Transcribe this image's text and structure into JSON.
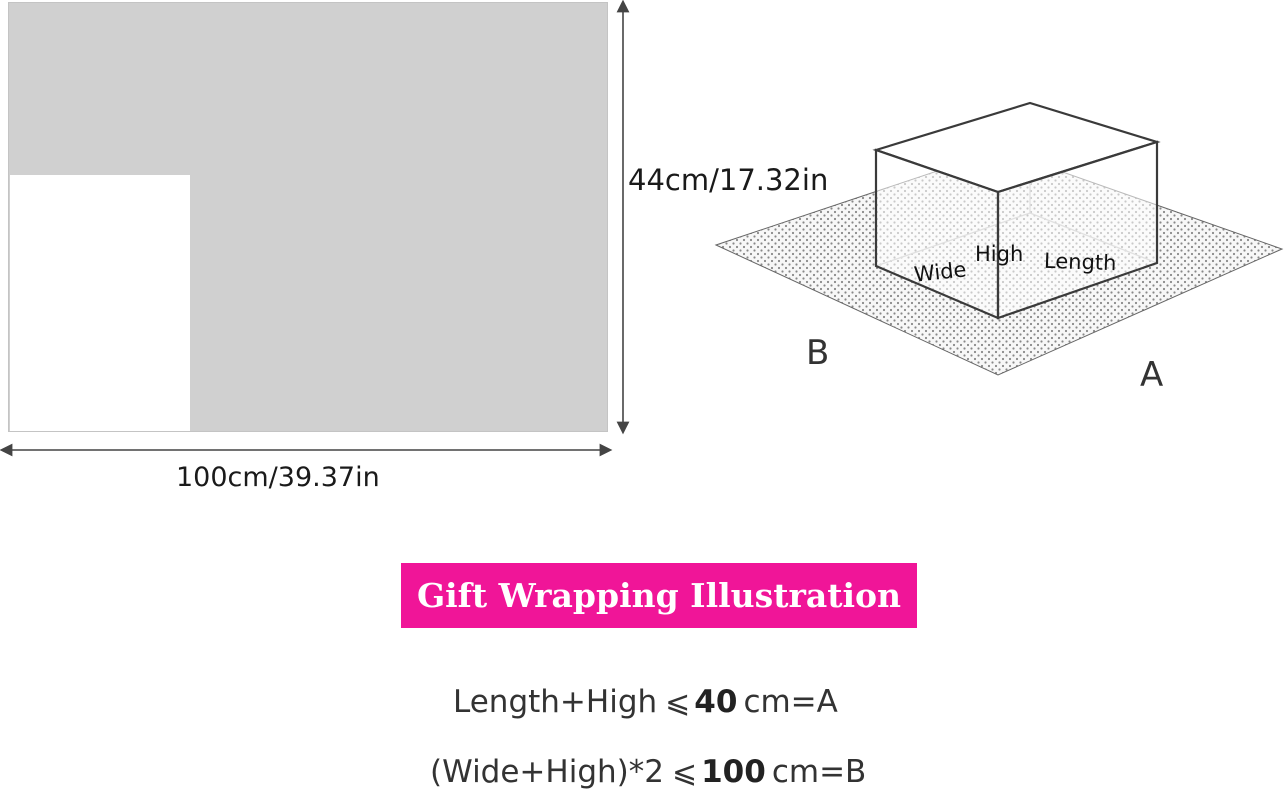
{
  "dimensions": {
    "width_label": "100cm/39.37in",
    "height_label": "44cm/17.32in"
  },
  "box_labels": {
    "wide": "Wide",
    "high": "High",
    "length": "Length",
    "corner_a": "A",
    "corner_b": "B"
  },
  "banner": {
    "title": "Gift Wrapping Illustration",
    "color": "#f01598"
  },
  "formulas": [
    {
      "lhs": "Length+High",
      "symbol": "⩽",
      "value": "40",
      "rhs": "cm=A"
    },
    {
      "lhs": "(Wide+High)*2",
      "symbol": "⩽",
      "value": "100",
      "rhs": "cm=B"
    }
  ]
}
